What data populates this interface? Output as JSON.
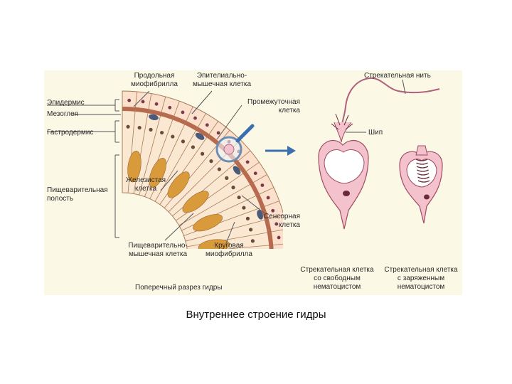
{
  "caption": "Внутреннее строение гидры",
  "labels": {
    "longitudinal_myofibril": [
      "Продольная",
      "миофибрилла"
    ],
    "epithelial_muscle_cell": [
      "Эпителиально-",
      "мышечная клетка"
    ],
    "stinging_thread": "Стрекательная нить",
    "epidermis": "Эпидермис",
    "mesoglea": "Мезоглея",
    "interstitial_cell": [
      "Промежуточная",
      "клетка"
    ],
    "gastrodermis": "Гастродермис",
    "spine": "Шип",
    "glandular_cell": [
      "Железистая",
      "клетка"
    ],
    "digestive_cavity": [
      "Пищеварительная",
      "полость"
    ],
    "sensory_cell": [
      "Сенсорная",
      "клетка"
    ],
    "digestive_muscle_cell": [
      "Пищеварительно-",
      "мышечная клетка"
    ],
    "circular_myofibril": [
      "Круговая",
      "миофибрилла"
    ],
    "cnidocyte_free": [
      "Стрекательная клетка",
      "со свободным",
      "нематоцистом"
    ],
    "cnidocyte_charged": [
      "Стрекательная клетка",
      "с заряженным",
      "нематоцистом"
    ],
    "cross_section": "Поперечный разрез гидры"
  },
  "colors": {
    "panel": "#fbf8e6",
    "cell_fill": "#fbe8d2",
    "mesoglea": "#b86a4e",
    "glandular": "#d99a3c",
    "cnidocyte_pink": "#f3c2cc",
    "arrow_blue": "#3a6fb0"
  }
}
